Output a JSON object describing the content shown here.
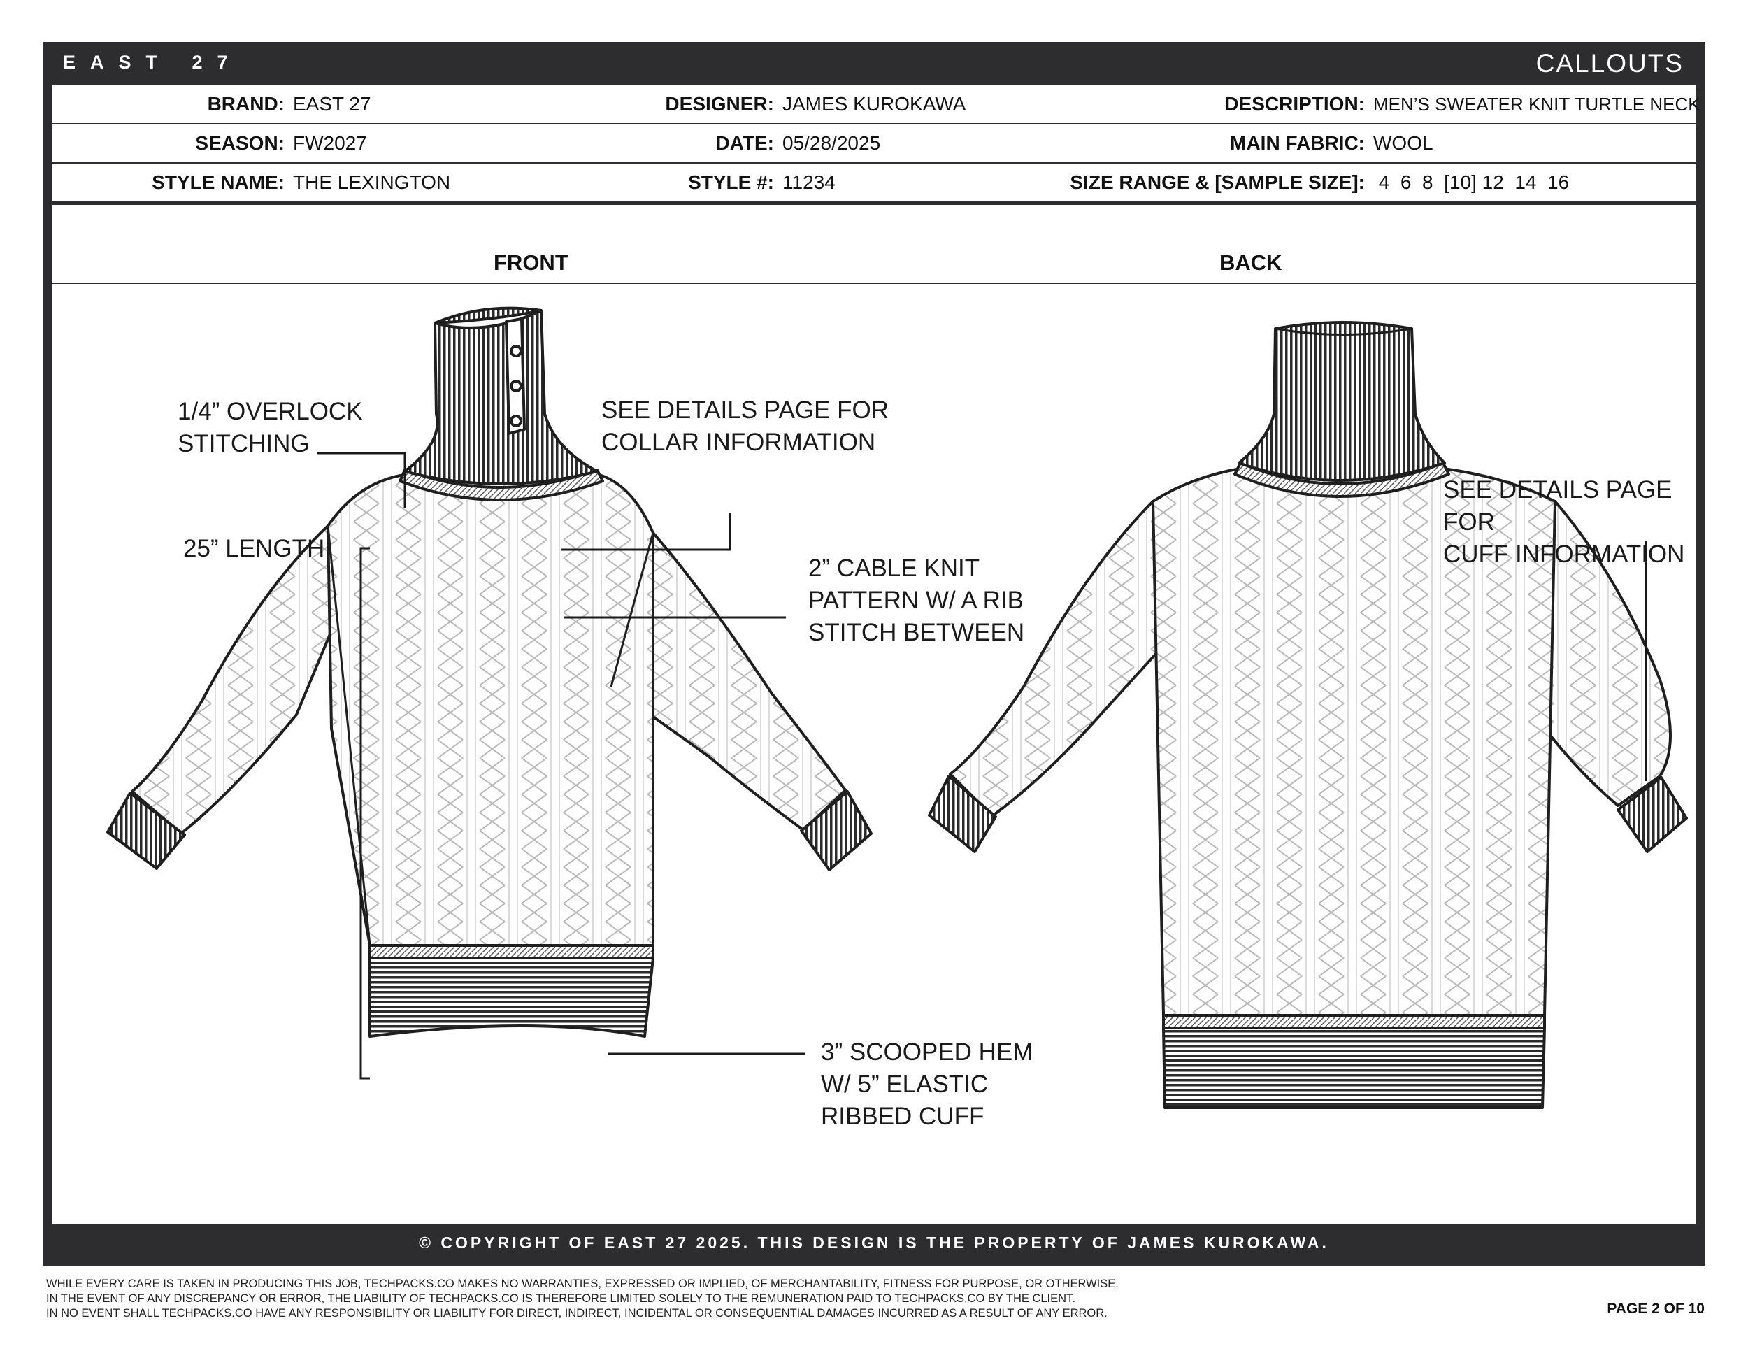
{
  "header": {
    "brand_mark": "EAST 27",
    "section_title": "CALLOUTS"
  },
  "info": {
    "rows": [
      [
        {
          "label": "BRAND:",
          "value": "EAST 27"
        },
        {
          "label": "DESIGNER:",
          "value": "JAMES KUROKAWA"
        },
        {
          "label": "DESCRIPTION:",
          "value": "MEN’S SWEATER KNIT TURTLE NECK"
        }
      ],
      [
        {
          "label": "SEASON:",
          "value": "FW2027"
        },
        {
          "label": "DATE:",
          "value": "05/28/2025"
        },
        {
          "label": "MAIN FABRIC:",
          "value": "WOOL"
        }
      ],
      [
        {
          "label": "STYLE NAME:",
          "value": "THE LEXINGTON"
        },
        {
          "label": "STYLE #:",
          "value": "11234"
        },
        {
          "label": "SIZE RANGE & [SAMPLE SIZE]:",
          "value": " 4  6  8  [10] 12  14  16"
        }
      ]
    ]
  },
  "views": {
    "front": "FRONT",
    "back": "BACK"
  },
  "callouts": {
    "overlock": "1/4” OVERLOCK\nSTITCHING",
    "length": "25” LENGTH",
    "collar": "SEE DETAILS PAGE FOR\nCOLLAR INFORMATION",
    "cable": "2” CABLE KNIT\nPATTERN W/ A RIB\nSTITCH BETWEEN",
    "hem": "3” SCOOPED HEM\nW/ 5” ELASTIC\nRIBBED CUFF",
    "cuff": "SEE DETAILS PAGE FOR\nCUFF INFORMATION"
  },
  "footer": {
    "copyright": "© COPYRIGHT OF EAST 27 2025.  THIS DESIGN IS THE PROPERTY OF JAMES KUROKAWA.",
    "disclaimer": [
      "WHILE EVERY CARE IS TAKEN IN PRODUCING THIS JOB, TECHPACKS.CO MAKES NO WARRANTIES, EXPRESSED OR IMPLIED, OF MERCHANTABILITY, FITNESS FOR PURPOSE, OR OTHERWISE.",
      "IN THE EVENT OF ANY DISCREPANCY OR ERROR, THE LIABILITY OF TECHPACKS.CO IS THEREFORE LIMITED SOLELY TO THE REMUNERATION PAID TO TECHPACKS.CO BY THE CLIENT.",
      "IN NO EVENT SHALL TECHPACKS.CO HAVE ANY RESPONSIBILITY OR LIABILITY FOR DIRECT, INDIRECT, INCIDENTAL OR CONSEQUENTIAL DAMAGES INCURRED AS A RESULT OF ANY ERROR."
    ],
    "page": "PAGE 2 OF 10"
  }
}
